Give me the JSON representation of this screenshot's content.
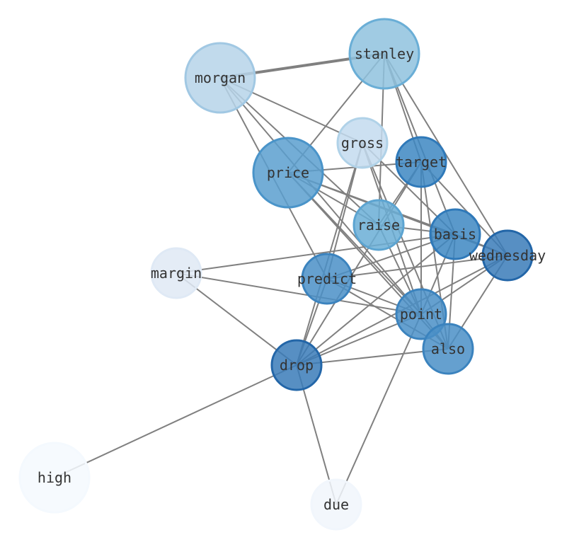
{
  "graph": {
    "nodes": [
      {
        "id": "stanley",
        "label": "stanley",
        "fill": "#8fc2de",
        "stroke": "#6aaed6"
      },
      {
        "id": "morgan",
        "label": "morgan",
        "fill": "#b6d4e9",
        "stroke": "#a1c8e3"
      },
      {
        "id": "gross",
        "label": "gross",
        "fill": "#c3dbee",
        "stroke": "#b0d2e8"
      },
      {
        "id": "target",
        "label": "target",
        "fill": "#3d87c2",
        "stroke": "#2f79b9"
      },
      {
        "id": "price",
        "label": "price",
        "fill": "#5a9fcf",
        "stroke": "#4a94c9"
      },
      {
        "id": "raise",
        "label": "raise",
        "fill": "#6aaed6",
        "stroke": "#5ca4d1"
      },
      {
        "id": "basis",
        "label": "basis",
        "fill": "#3d87c2",
        "stroke": "#2f79b9"
      },
      {
        "id": "wednesday",
        "label": "wednesday",
        "fill": "#3a7bb9",
        "stroke": "#2366a8"
      },
      {
        "id": "margin",
        "label": "margin",
        "fill": "#dfe9f5",
        "stroke": "#dfe9f5"
      },
      {
        "id": "predict",
        "label": "predict",
        "fill": "#4a8fc7",
        "stroke": "#3b83be"
      },
      {
        "id": "point",
        "label": "point",
        "fill": "#4a8fc7",
        "stroke": "#3b83be"
      },
      {
        "id": "also",
        "label": "also",
        "fill": "#4a8fc7",
        "stroke": "#3b83be"
      },
      {
        "id": "drop",
        "label": "drop",
        "fill": "#3a7bb9",
        "stroke": "#2366a8"
      },
      {
        "id": "high",
        "label": "high",
        "fill": "#f4f9fe",
        "stroke": "#f4f9fe"
      },
      {
        "id": "due",
        "label": "due",
        "fill": "#f1f6fc",
        "stroke": "#f1f6fc"
      }
    ],
    "edges": [
      [
        "stanley",
        "morgan",
        "heavy"
      ],
      [
        "stanley",
        "price"
      ],
      [
        "stanley",
        "raise"
      ],
      [
        "stanley",
        "target"
      ],
      [
        "stanley",
        "basis"
      ],
      [
        "stanley",
        "wednesday"
      ],
      [
        "morgan",
        "gross"
      ],
      [
        "morgan",
        "raise"
      ],
      [
        "morgan",
        "predict"
      ],
      [
        "morgan",
        "point"
      ],
      [
        "gross",
        "predict"
      ],
      [
        "gross",
        "drop"
      ],
      [
        "gross",
        "point"
      ],
      [
        "gross",
        "also"
      ],
      [
        "gross",
        "basis"
      ],
      [
        "target",
        "price"
      ],
      [
        "target",
        "raise"
      ],
      [
        "target",
        "wednesday"
      ],
      [
        "target",
        "also"
      ],
      [
        "target",
        "point"
      ],
      [
        "target",
        "drop"
      ],
      [
        "price",
        "raise"
      ],
      [
        "price",
        "basis"
      ],
      [
        "price",
        "point"
      ],
      [
        "price",
        "also"
      ],
      [
        "price",
        "wednesday"
      ],
      [
        "raise",
        "basis"
      ],
      [
        "raise",
        "point"
      ],
      [
        "basis",
        "margin"
      ],
      [
        "basis",
        "predict"
      ],
      [
        "basis",
        "drop"
      ],
      [
        "basis",
        "point"
      ],
      [
        "basis",
        "also"
      ],
      [
        "basis",
        "wednesday"
      ],
      [
        "wednesday",
        "predict"
      ],
      [
        "wednesday",
        "drop"
      ],
      [
        "wednesday",
        "point"
      ],
      [
        "wednesday",
        "also"
      ],
      [
        "margin",
        "point"
      ],
      [
        "margin",
        "drop"
      ],
      [
        "predict",
        "point"
      ],
      [
        "predict",
        "also"
      ],
      [
        "predict",
        "drop"
      ],
      [
        "point",
        "drop"
      ],
      [
        "point",
        "also"
      ],
      [
        "point",
        "due"
      ],
      [
        "also",
        "drop"
      ],
      [
        "drop",
        "high"
      ],
      [
        "drop",
        "due"
      ]
    ]
  }
}
